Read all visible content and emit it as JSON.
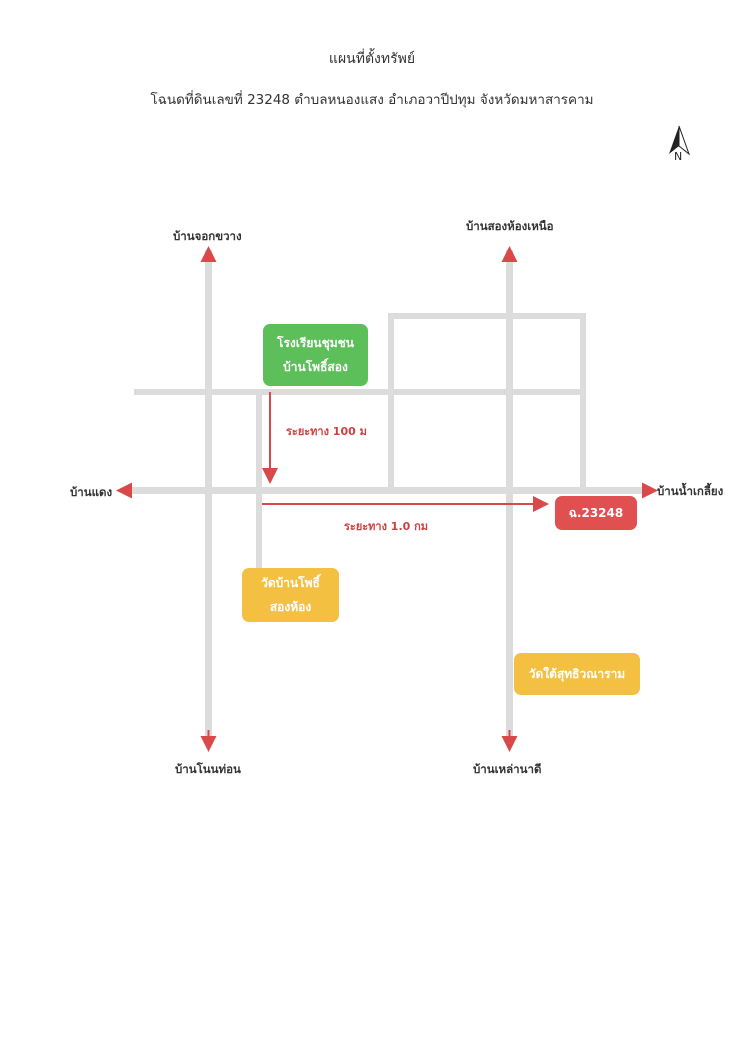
{
  "title": "แผนที่ตั้งทรัพย์",
  "subtitle": "โฉนดที่ดินเลขที่ 23248 ตำบลหนองแสง อำเภอวาปีปทุม จังหวัดมหาสารคาม",
  "north_label": "N",
  "places": {
    "top_left": "บ้านจอกขวาง",
    "top_right": "บ้านสองห้องเหนือ",
    "left": "บ้านแดง",
    "right": "บ้านน้ำเกลี้ยง",
    "bottom_left": "บ้านโนนท่อน",
    "bottom_right": "บ้านเหล่านาดี"
  },
  "landmarks": {
    "school": [
      "โรงเรียนชุมชน",
      "บ้านโพธิ์สอง"
    ],
    "temple_1": [
      "วัดบ้านโพธิ์",
      "สองห้อง"
    ],
    "temple_2": [
      "วัดใต้สุทธิวณาราม"
    ],
    "property": [
      "ฉ.23248"
    ]
  },
  "distances": {
    "vertical": "ระยะทาง 100 ม",
    "horizontal": "ระยะทาง 1.0 กม"
  },
  "colors": {
    "road": "#dcdcdc",
    "school": "#5cbf5a",
    "temple": "#f4c042",
    "property": "#e05050",
    "arrow": "#d84a4a"
  }
}
